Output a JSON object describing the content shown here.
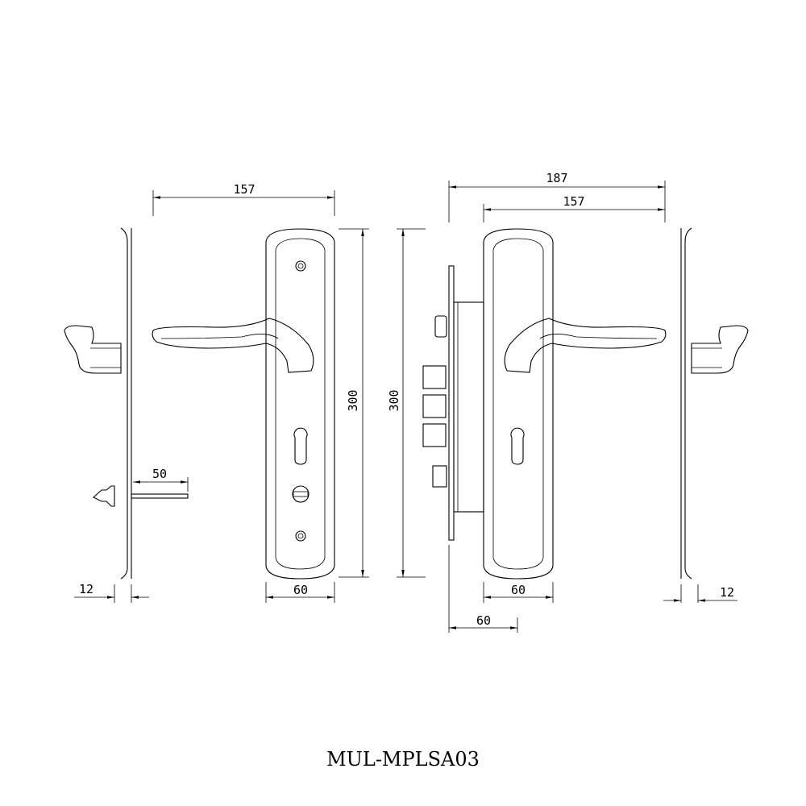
{
  "drawing": {
    "model_code": "MUL-MPLSA03",
    "dimensions": {
      "left_plate_width_total": "157",
      "left_plate_height": "300",
      "left_plate_width": "60",
      "left_side_thickness": "12",
      "spindle_length": "50",
      "right_lock_width_total": "187",
      "right_plate_width_total": "157",
      "right_plate_height": "300",
      "right_plate_width": "60",
      "right_lock_case_width": "60",
      "right_side_thickness": "12"
    }
  }
}
